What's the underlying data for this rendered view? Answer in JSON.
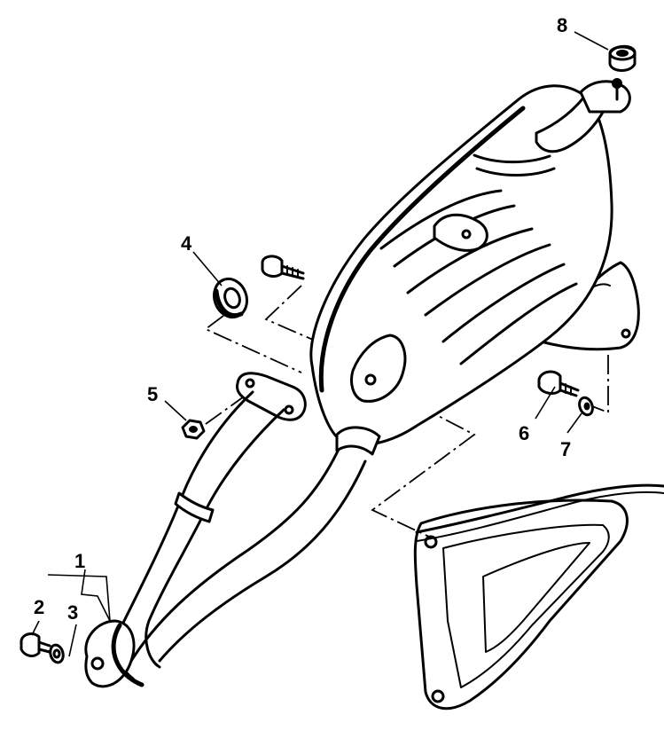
{
  "callouts": [
    {
      "id": "1",
      "text": "1"
    },
    {
      "id": "2",
      "text": "2"
    },
    {
      "id": "3",
      "text": "3"
    },
    {
      "id": "4",
      "text": "4"
    },
    {
      "id": "5",
      "text": "5"
    },
    {
      "id": "6",
      "text": "6"
    },
    {
      "id": "7",
      "text": "7"
    },
    {
      "id": "8",
      "text": "8"
    }
  ],
  "line_color": "#000000",
  "background_color": "#ffffff"
}
